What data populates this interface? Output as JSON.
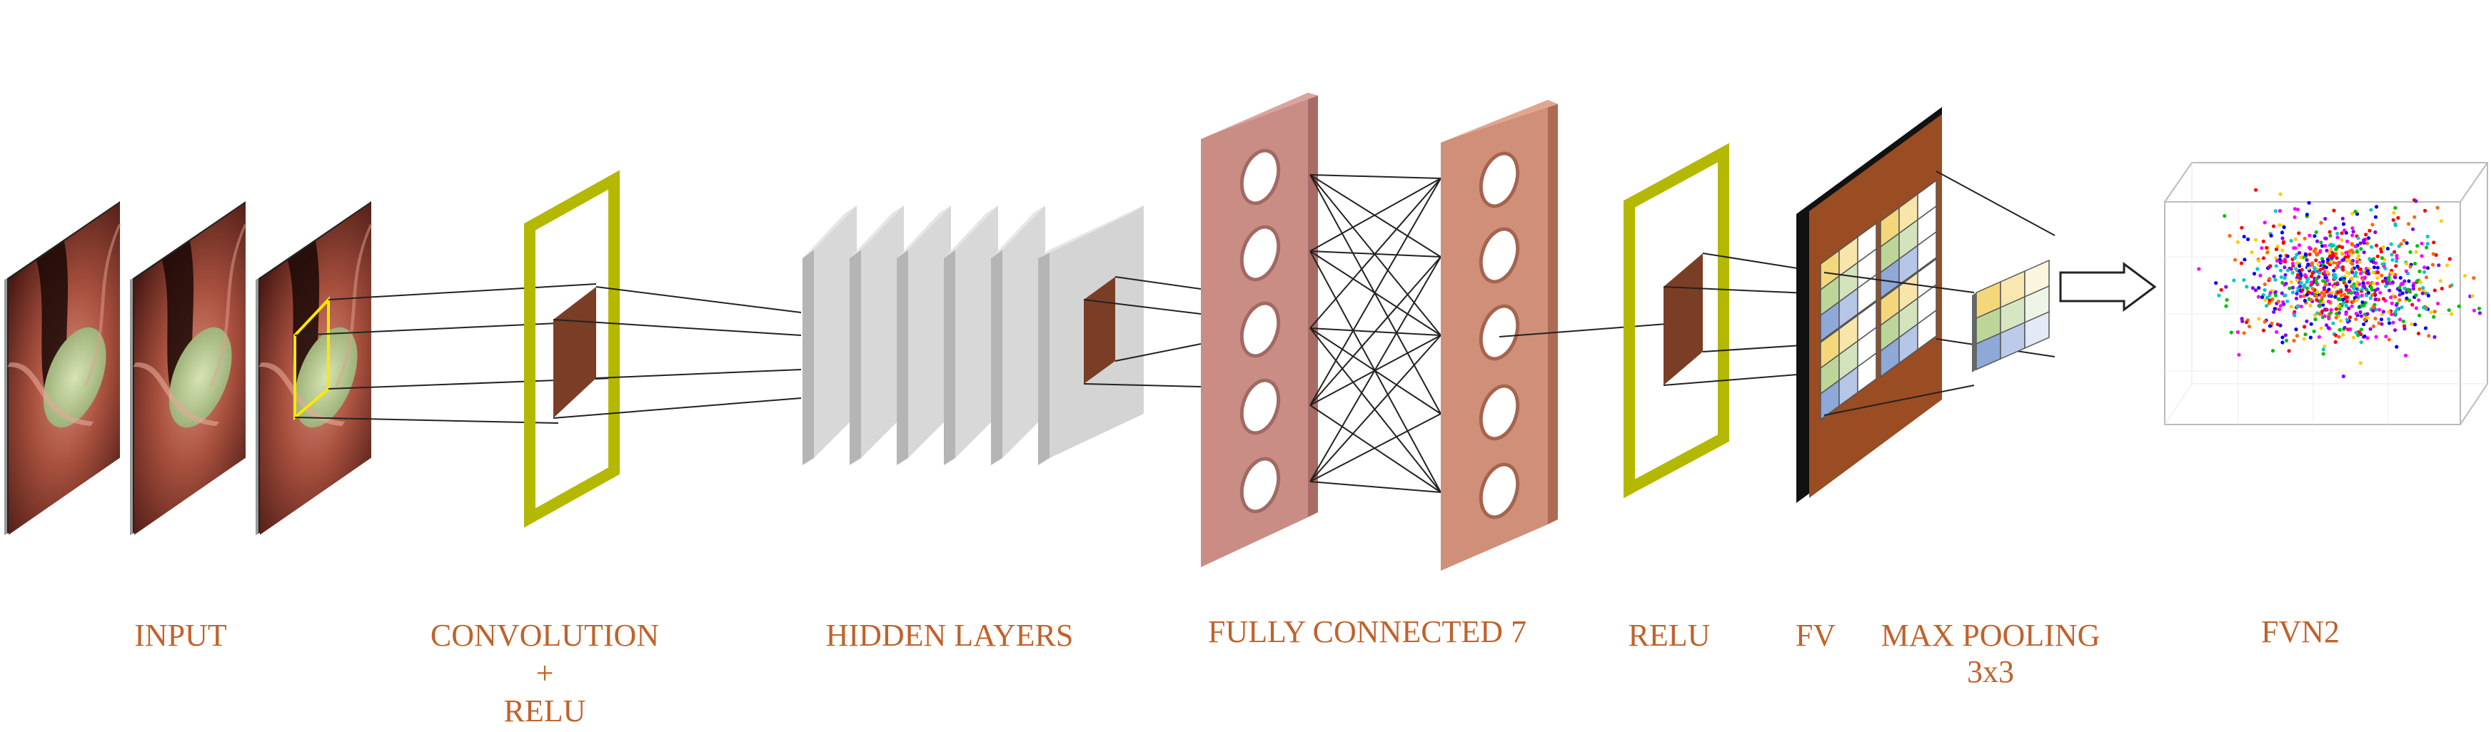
{
  "labels": {
    "input": "INPUT",
    "convolution": "CONVOLUTION",
    "plus": "+",
    "relu_1": "RELU",
    "hidden_layers": "HIDDEN LAYERS",
    "fully_connected": "FULLY CONNECTED 7",
    "relu_2": "RELU",
    "fv": "FV",
    "max_pooling": "MAX POOLING",
    "pool_size": "3x3",
    "fvn2": "FVN2"
  },
  "colors": {
    "label_text": "#c0622b",
    "relu_frame": "#b5b800",
    "feature_patch": "#7a3e26",
    "hidden_layer": "#cfcfcf",
    "fc_left": "#c98d86",
    "fc_right": "#cf8f78",
    "fv_panel": "#9a4c22",
    "pool_yellow": "#f4d77a",
    "pool_green": "#bcd69a",
    "pool_blue": "#8ea8d8",
    "scatter_colors": [
      "#ff0000",
      "#00c000",
      "#0000ff",
      "#ff00ff",
      "#ffcc00",
      "#00c8c8",
      "#8000ff",
      "#ff6600"
    ]
  },
  "icons": {
    "input_images": "endoscopy-frame-image",
    "arrow": "right-arrow-icon",
    "scatter": "3d-scatter-plot"
  }
}
